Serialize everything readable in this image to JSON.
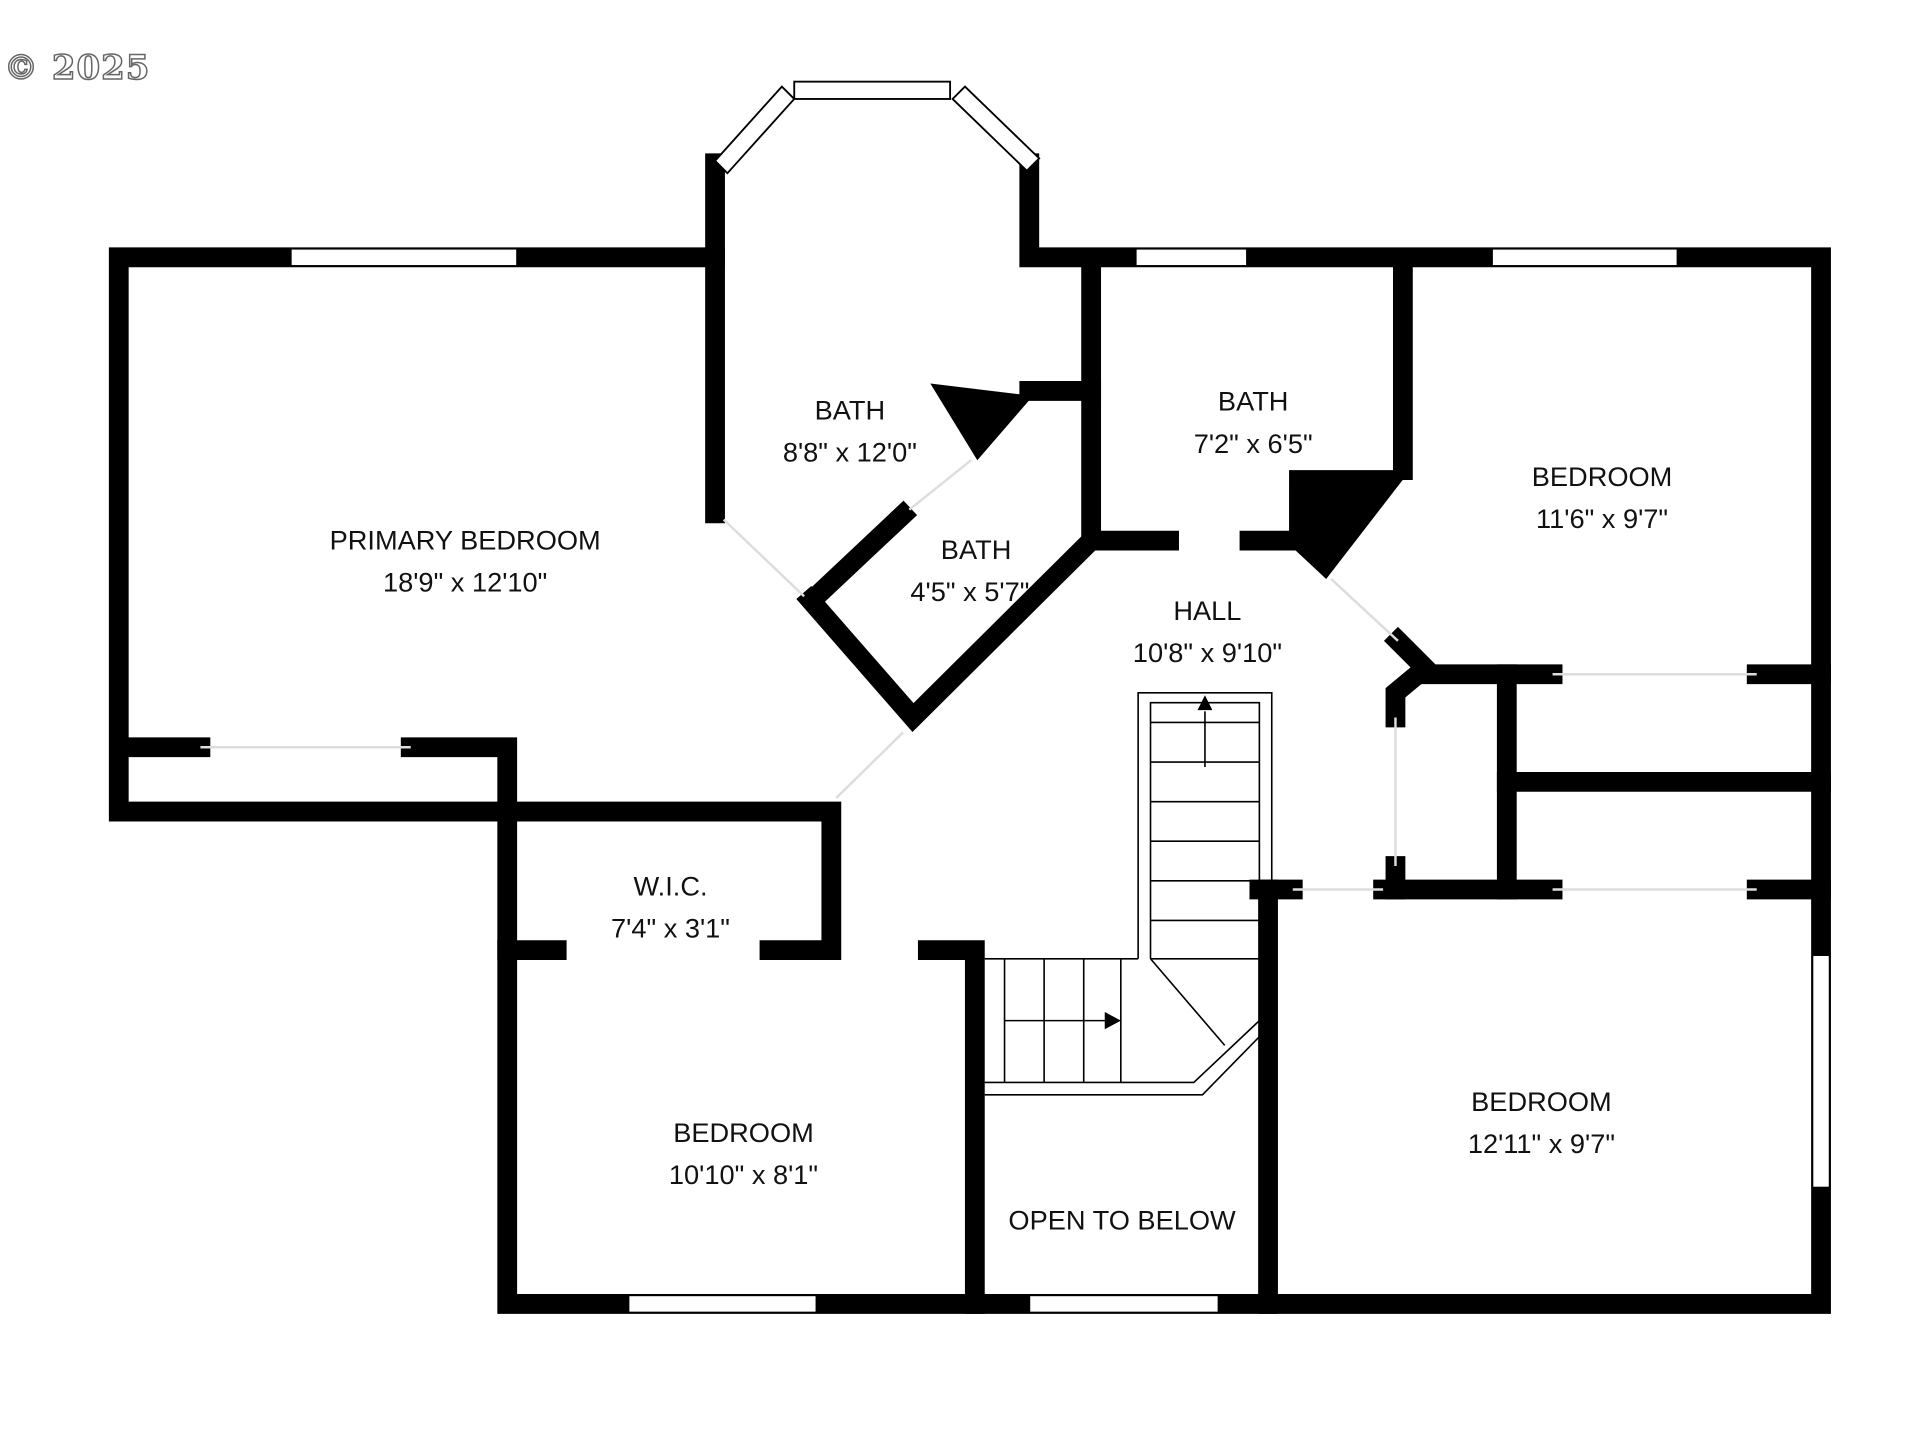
{
  "copyright": "© 2025",
  "rooms": [
    {
      "name": "PRIMARY BEDROOM",
      "size": "18'9\" x 12'10\""
    },
    {
      "name": "BATH",
      "size": "8'8\" x 12'0\""
    },
    {
      "name": "BATH",
      "size": "4'5\" x 5'7\""
    },
    {
      "name": "BATH",
      "size": "7'2\" x 6'5\""
    },
    {
      "name": "BEDROOM",
      "size": "11'6\" x 9'7\""
    },
    {
      "name": "HALL",
      "size": "10'8\" x 9'10\""
    },
    {
      "name": "W.I.C.",
      "size": "7'4\" x 3'1\""
    },
    {
      "name": "BEDROOM",
      "size": "10'10\" x 8'1\""
    },
    {
      "name": "OPEN TO BELOW",
      "size": ""
    },
    {
      "name": "BEDROOM",
      "size": "12'11\" x 9'7\""
    }
  ]
}
